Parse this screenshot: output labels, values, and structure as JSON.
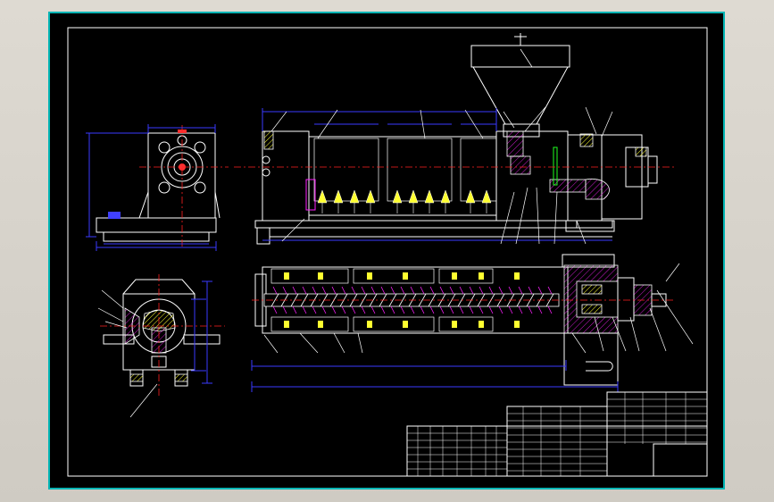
{
  "colors": {
    "background": "#d4d0c8",
    "sheet": "#000000",
    "sheet_border": "#00b4b4",
    "geometry": "#ffffff",
    "dimension": "#3a3aff",
    "centerline": "#ff2020",
    "hatch": "#ff20ff",
    "highlight": "#ffff30"
  },
  "drawing": {
    "views": [
      "side-view",
      "front-elevation",
      "end-view",
      "longitudinal-section",
      "title-block"
    ]
  }
}
